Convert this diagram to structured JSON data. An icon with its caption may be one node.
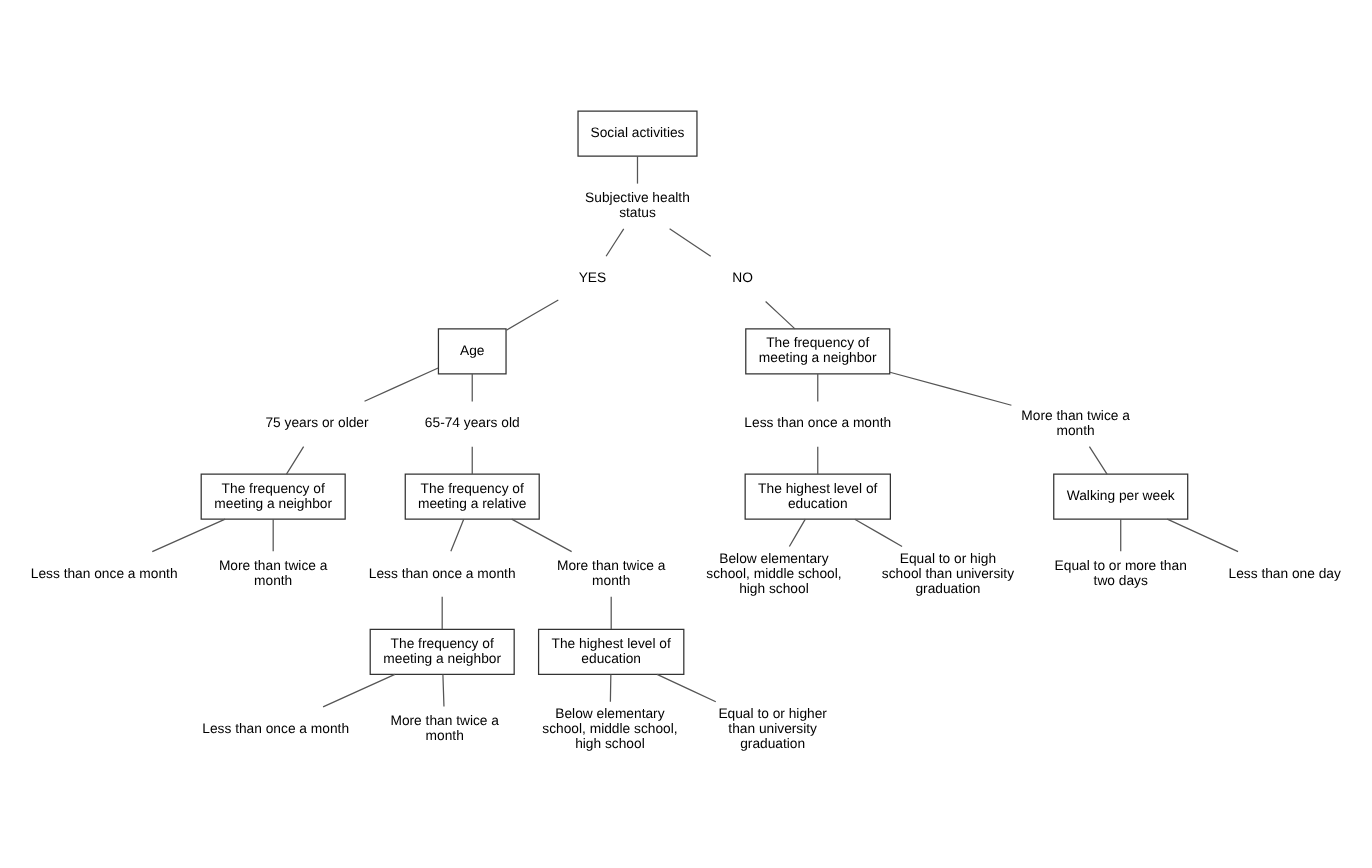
{
  "diagram": {
    "nodes": [
      {
        "text": [
          "Social activities"
        ]
      },
      {
        "text": [
          "Subjective health status"
        ]
      },
      {
        "text": [
          "YES"
        ]
      },
      {
        "text": [
          "NO"
        ]
      },
      {
        "text": [
          "Age"
        ]
      },
      {
        "text": [
          "The frequency of meeting a neighbor"
        ]
      },
      {
        "text": [
          "75 years or older"
        ]
      },
      {
        "text": [
          "65-74 years old"
        ]
      },
      {
        "text": [
          "Less than once a month"
        ]
      },
      {
        "text": [
          "More than twice a month"
        ]
      },
      {
        "text": [
          "The frequency of meeting a neighbor"
        ]
      },
      {
        "text": [
          "The frequency of meeting a relative"
        ]
      },
      {
        "text": [
          "The highest level of education"
        ]
      },
      {
        "text": [
          "Walking per week"
        ]
      },
      {
        "text": [
          "Less than once a month"
        ]
      },
      {
        "text": [
          "More than twice a month"
        ]
      },
      {
        "text": [
          "Less than once a month"
        ]
      },
      {
        "text": [
          "More than twice a month"
        ]
      },
      {
        "text": [
          "Below elementary school, middle school, high school"
        ]
      },
      {
        "text": [
          "Equal to or high school than university graduation"
        ]
      },
      {
        "text": [
          "Equal to or more than two days"
        ]
      },
      {
        "text": [
          "Less than one day"
        ]
      },
      {
        "text": [
          "The frequency of meeting a neighbor"
        ]
      },
      {
        "text": [
          "The highest level of education"
        ]
      },
      {
        "text": [
          "Less than once a month"
        ]
      },
      {
        "text": [
          "More than twice a month"
        ]
      },
      {
        "text": [
          "Below elementary school, middle school, high school"
        ]
      },
      {
        "text": [
          "Equal to or higher than university graduation"
        ]
      }
    ],
    "edges": [
      {
        "from": 0,
        "to": 1,
        "arrow": "none"
      },
      {
        "from": 1,
        "to": 2,
        "arrow": "none"
      },
      {
        "from": 1,
        "to": 3,
        "arrow": "none"
      },
      {
        "from": 2,
        "to": 4,
        "arrow": "none"
      },
      {
        "from": 3,
        "to": 5,
        "arrow": "none"
      },
      {
        "from": 4,
        "to": 6,
        "arrow": "none"
      },
      {
        "from": 4,
        "to": 7,
        "arrow": "none"
      },
      {
        "from": 5,
        "to": 8,
        "arrow": "none"
      },
      {
        "from": 5,
        "to": 9,
        "arrow": "none"
      },
      {
        "from": 6,
        "to": 10,
        "arrow": "none"
      },
      {
        "from": 7,
        "to": 11,
        "arrow": "none"
      },
      {
        "from": 8,
        "to": 12,
        "arrow": "none"
      },
      {
        "from": 9,
        "to": 13,
        "arrow": "none"
      },
      {
        "from": 10,
        "to": 14,
        "arrow": "none"
      },
      {
        "from": 10,
        "to": 15,
        "arrow": "none"
      },
      {
        "from": 11,
        "to": 16,
        "arrow": "none"
      },
      {
        "from": 11,
        "to": 17,
        "arrow": "none"
      },
      {
        "from": 12,
        "to": 18,
        "arrow": "none"
      },
      {
        "from": 12,
        "to": 19,
        "arrow": "none"
      },
      {
        "from": 13,
        "to": 20,
        "arrow": "none"
      },
      {
        "from": 13,
        "to": 21,
        "arrow": "none"
      },
      {
        "from": 16,
        "to": 22,
        "arrow": "none"
      },
      {
        "from": 17,
        "to": 23,
        "arrow": "none"
      },
      {
        "from": 22,
        "to": 24,
        "arrow": "none"
      },
      {
        "from": 22,
        "to": 25,
        "arrow": "none"
      },
      {
        "from": 23,
        "to": 26,
        "arrow": "none"
      },
      {
        "from": 23,
        "to": 27,
        "arrow": "none"
      }
    ]
  }
}
